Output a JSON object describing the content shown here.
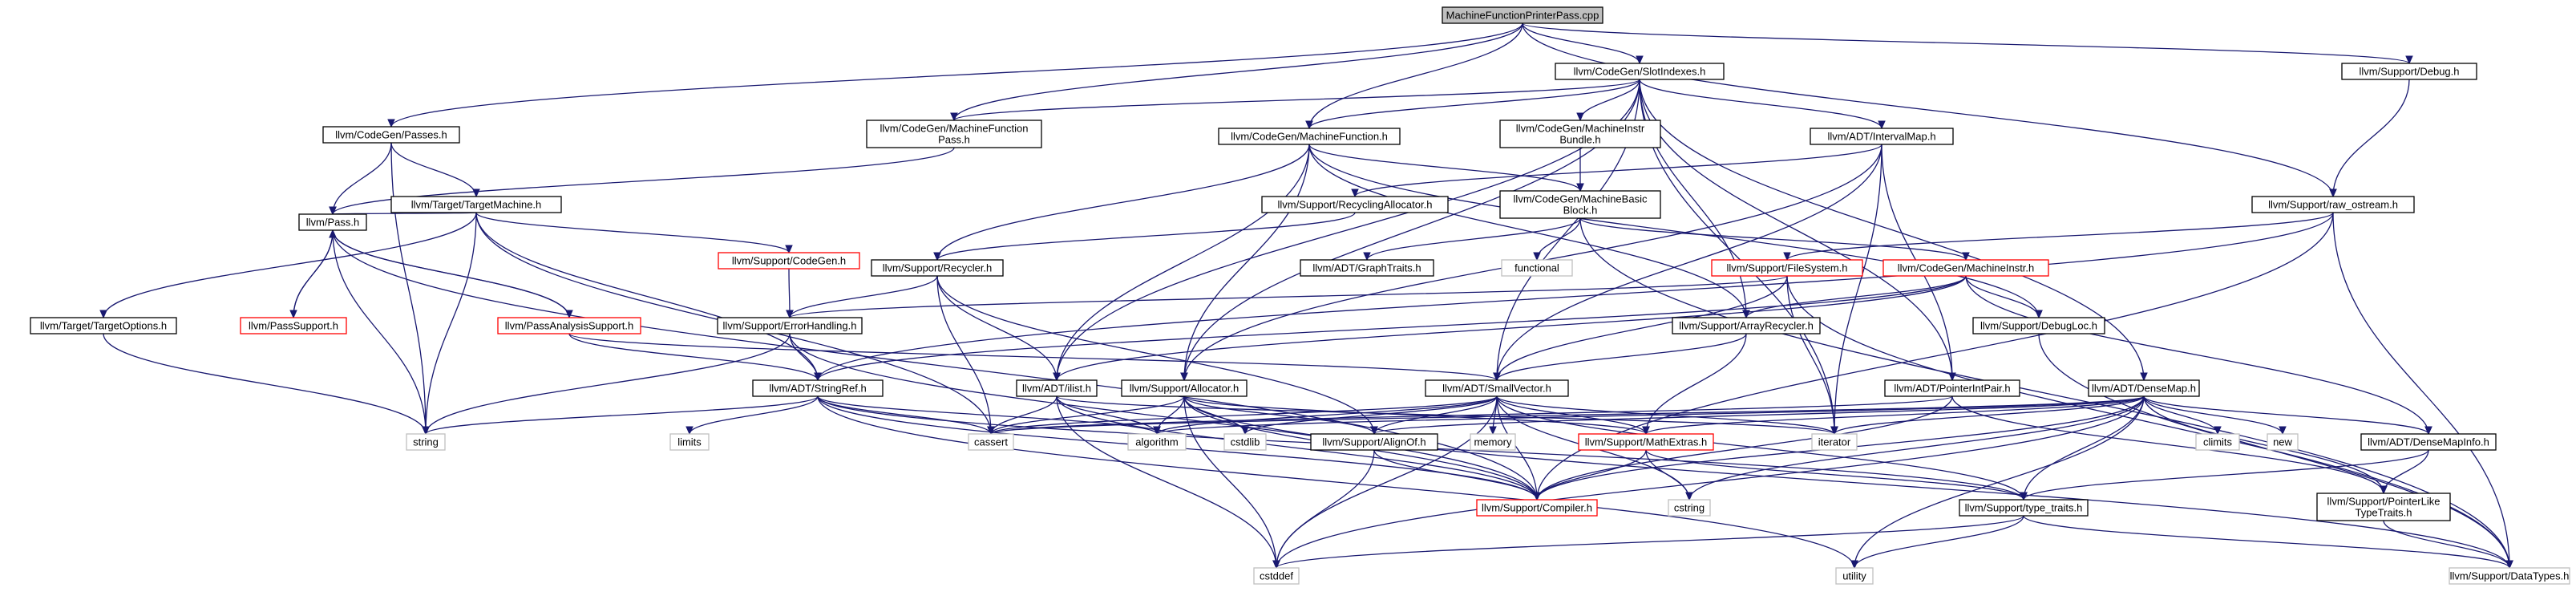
{
  "nodes": [
    {
      "id": "root",
      "lines": [
        "MachineFunctionPrinterPass.cpp"
      ],
      "style": "root"
    },
    {
      "id": "passes",
      "lines": [
        "llvm/CodeGen/Passes.h"
      ],
      "style": "normal"
    },
    {
      "id": "mfpass",
      "lines": [
        "llvm/CodeGen/MachineFunction",
        "Pass.h"
      ],
      "style": "normal"
    },
    {
      "id": "slotidx",
      "lines": [
        "llvm/CodeGen/SlotIndexes.h"
      ],
      "style": "normal"
    },
    {
      "id": "debug",
      "lines": [
        "llvm/Support/Debug.h"
      ],
      "style": "normal"
    },
    {
      "id": "tm",
      "lines": [
        "llvm/Target/TargetMachine.h"
      ],
      "style": "normal"
    },
    {
      "id": "mf",
      "lines": [
        "llvm/CodeGen/MachineFunction.h"
      ],
      "style": "normal"
    },
    {
      "id": "mib",
      "lines": [
        "llvm/CodeGen/MachineInstr",
        "Bundle.h"
      ],
      "style": "normal"
    },
    {
      "id": "imap",
      "lines": [
        "llvm/ADT/IntervalMap.h"
      ],
      "style": "normal"
    },
    {
      "id": "rawos",
      "lines": [
        "llvm/Support/raw_ostream.h"
      ],
      "style": "normal"
    },
    {
      "id": "pass",
      "lines": [
        "llvm/Pass.h"
      ],
      "style": "normal"
    },
    {
      "id": "codegen",
      "lines": [
        "llvm/Support/CodeGen.h"
      ],
      "style": "red"
    },
    {
      "id": "recalloc",
      "lines": [
        "llvm/Support/RecyclingAllocator.h"
      ],
      "style": "normal"
    },
    {
      "id": "mbb",
      "lines": [
        "llvm/CodeGen/MachineBasic",
        "Block.h"
      ],
      "style": "normal"
    },
    {
      "id": "recycler",
      "lines": [
        "llvm/Support/Recycler.h"
      ],
      "style": "normal"
    },
    {
      "id": "graphtraits",
      "lines": [
        "llvm/ADT/GraphTraits.h"
      ],
      "style": "normal"
    },
    {
      "id": "functional",
      "lines": [
        "functional"
      ],
      "style": "gray"
    },
    {
      "id": "fs",
      "lines": [
        "llvm/Support/FileSystem.h"
      ],
      "style": "red"
    },
    {
      "id": "mi",
      "lines": [
        "llvm/CodeGen/MachineInstr.h"
      ],
      "style": "red"
    },
    {
      "id": "topts",
      "lines": [
        "llvm/Target/TargetOptions.h"
      ],
      "style": "normal"
    },
    {
      "id": "passsupport",
      "lines": [
        "llvm/PassSupport.h"
      ],
      "style": "red"
    },
    {
      "id": "pas",
      "lines": [
        "llvm/PassAnalysisSupport.h"
      ],
      "style": "red"
    },
    {
      "id": "errh",
      "lines": [
        "llvm/Support/ErrorHandling.h"
      ],
      "style": "normal"
    },
    {
      "id": "arec",
      "lines": [
        "llvm/Support/ArrayRecycler.h"
      ],
      "style": "normal"
    },
    {
      "id": "dloc",
      "lines": [
        "llvm/Support/DebugLoc.h"
      ],
      "style": "normal"
    },
    {
      "id": "stringref",
      "lines": [
        "llvm/ADT/StringRef.h"
      ],
      "style": "normal"
    },
    {
      "id": "ilist",
      "lines": [
        "llvm/ADT/ilist.h"
      ],
      "style": "normal"
    },
    {
      "id": "alloc",
      "lines": [
        "llvm/Support/Allocator.h"
      ],
      "style": "normal"
    },
    {
      "id": "smallvec",
      "lines": [
        "llvm/ADT/SmallVector.h"
      ],
      "style": "normal"
    },
    {
      "id": "pip",
      "lines": [
        "llvm/ADT/PointerIntPair.h"
      ],
      "style": "normal"
    },
    {
      "id": "densemap",
      "lines": [
        "llvm/ADT/DenseMap.h"
      ],
      "style": "normal"
    },
    {
      "id": "string",
      "lines": [
        "string"
      ],
      "style": "gray"
    },
    {
      "id": "limits",
      "lines": [
        "limits"
      ],
      "style": "gray"
    },
    {
      "id": "cassert",
      "lines": [
        "cassert"
      ],
      "style": "gray"
    },
    {
      "id": "algorithm",
      "lines": [
        "algorithm"
      ],
      "style": "gray"
    },
    {
      "id": "cstdlib",
      "lines": [
        "cstdlib"
      ],
      "style": "gray"
    },
    {
      "id": "alignof",
      "lines": [
        "llvm/Support/AlignOf.h"
      ],
      "style": "normal"
    },
    {
      "id": "memory",
      "lines": [
        "memory"
      ],
      "style": "gray"
    },
    {
      "id": "mathextras",
      "lines": [
        "llvm/Support/MathExtras.h"
      ],
      "style": "red"
    },
    {
      "id": "iterator",
      "lines": [
        "iterator"
      ],
      "style": "gray"
    },
    {
      "id": "climits",
      "lines": [
        "climits"
      ],
      "style": "gray"
    },
    {
      "id": "new",
      "lines": [
        "new"
      ],
      "style": "gray"
    },
    {
      "id": "dmi",
      "lines": [
        "llvm/ADT/DenseMapInfo.h"
      ],
      "style": "normal"
    },
    {
      "id": "compiler",
      "lines": [
        "llvm/Support/Compiler.h"
      ],
      "style": "red"
    },
    {
      "id": "cstring",
      "lines": [
        "cstring"
      ],
      "style": "gray"
    },
    {
      "id": "typetraits",
      "lines": [
        "llvm/Support/type_traits.h"
      ],
      "style": "normal"
    },
    {
      "id": "plt",
      "lines": [
        "llvm/Support/PointerLike",
        "TypeTraits.h"
      ],
      "style": "normal"
    },
    {
      "id": "cstddef",
      "lines": [
        "cstddef"
      ],
      "style": "gray"
    },
    {
      "id": "utility",
      "lines": [
        "utility"
      ],
      "style": "gray"
    },
    {
      "id": "datatypes",
      "lines": [
        "llvm/Support/DataTypes.h"
      ],
      "style": "gray"
    }
  ],
  "edges": [
    [
      "root",
      "passes"
    ],
    [
      "root",
      "mfpass"
    ],
    [
      "root",
      "slotidx"
    ],
    [
      "root",
      "debug"
    ],
    [
      "root",
      "mf"
    ],
    [
      "root",
      "rawos"
    ],
    [
      "passes",
      "pass"
    ],
    [
      "passes",
      "tm"
    ],
    [
      "passes",
      "string"
    ],
    [
      "mfpass",
      "pass"
    ],
    [
      "slotidx",
      "mfpass"
    ],
    [
      "slotidx",
      "mf"
    ],
    [
      "slotidx",
      "mib"
    ],
    [
      "slotidx",
      "imap"
    ],
    [
      "slotidx",
      "ilist"
    ],
    [
      "slotidx",
      "alloc"
    ],
    [
      "slotidx",
      "smallvec"
    ],
    [
      "slotidx",
      "pip"
    ],
    [
      "slotidx",
      "densemap"
    ],
    [
      "slotidx",
      "arec"
    ],
    [
      "slotidx",
      "iterator"
    ],
    [
      "debug",
      "rawos"
    ],
    [
      "tm",
      "pass"
    ],
    [
      "tm",
      "codegen"
    ],
    [
      "tm",
      "topts"
    ],
    [
      "tm",
      "stringref"
    ],
    [
      "tm",
      "string"
    ],
    [
      "tm",
      "cassert"
    ],
    [
      "mf",
      "recycler"
    ],
    [
      "mf",
      "mbb"
    ],
    [
      "mf",
      "arec"
    ],
    [
      "mf",
      "ilist"
    ],
    [
      "mf",
      "alloc"
    ],
    [
      "mf",
      "dloc"
    ],
    [
      "mib",
      "mbb"
    ],
    [
      "imap",
      "recalloc"
    ],
    [
      "imap",
      "smallvec"
    ],
    [
      "imap",
      "pip"
    ],
    [
      "imap",
      "alloc"
    ],
    [
      "imap",
      "iterator"
    ],
    [
      "rawos",
      "stringref"
    ],
    [
      "rawos",
      "compiler"
    ],
    [
      "rawos",
      "datatypes"
    ],
    [
      "rawos",
      "fs"
    ],
    [
      "pass",
      "passsupport"
    ],
    [
      "pass",
      "pas"
    ],
    [
      "pass",
      "string"
    ],
    [
      "pass",
      "compiler"
    ],
    [
      "passsupport",
      "pass"
    ],
    [
      "pas",
      "pass"
    ],
    [
      "codegen",
      "errh"
    ],
    [
      "recalloc",
      "recycler"
    ],
    [
      "mbb",
      "graphtraits"
    ],
    [
      "mbb",
      "functional"
    ],
    [
      "mbb",
      "mi"
    ],
    [
      "mbb",
      "datatypes"
    ],
    [
      "recycler",
      "errh"
    ],
    [
      "recycler",
      "ilist"
    ],
    [
      "recycler",
      "alignof"
    ],
    [
      "recycler",
      "cassert"
    ],
    [
      "fs",
      "smallvec"
    ],
    [
      "fs",
      "errh"
    ],
    [
      "fs",
      "iterator"
    ],
    [
      "fs",
      "datatypes"
    ],
    [
      "mi",
      "dloc"
    ],
    [
      "mi",
      "arec"
    ],
    [
      "mi",
      "stringref"
    ],
    [
      "mi",
      "ilist"
    ],
    [
      "mi",
      "dmi"
    ],
    [
      "topts",
      "string"
    ],
    [
      "pas",
      "smallvec"
    ],
    [
      "pas",
      "stringref"
    ],
    [
      "errh",
      "stringref"
    ],
    [
      "errh",
      "compiler"
    ],
    [
      "errh",
      "string"
    ],
    [
      "arec",
      "smallvec"
    ],
    [
      "arec",
      "mathextras"
    ],
    [
      "dloc",
      "datatypes"
    ],
    [
      "stringref",
      "string"
    ],
    [
      "stringref",
      "limits"
    ],
    [
      "stringref",
      "cassert"
    ],
    [
      "stringref",
      "algorithm"
    ],
    [
      "stringref",
      "compiler"
    ],
    [
      "stringref",
      "typetraits"
    ],
    [
      "stringref",
      "utility"
    ],
    [
      "ilist",
      "cassert"
    ],
    [
      "ilist",
      "algorithm"
    ],
    [
      "ilist",
      "iterator"
    ],
    [
      "ilist",
      "cstddef"
    ],
    [
      "ilist",
      "compiler"
    ],
    [
      "alloc",
      "alignof"
    ],
    [
      "alloc",
      "mathextras"
    ],
    [
      "alloc",
      "cassert"
    ],
    [
      "alloc",
      "algorithm"
    ],
    [
      "alloc",
      "cstdlib"
    ],
    [
      "alloc",
      "compiler"
    ],
    [
      "alloc",
      "cstddef"
    ],
    [
      "alloc",
      "datatypes"
    ],
    [
      "smallvec",
      "alignof"
    ],
    [
      "smallvec",
      "mathextras"
    ],
    [
      "smallvec",
      "compiler"
    ],
    [
      "smallvec",
      "typetraits"
    ],
    [
      "smallvec",
      "algorithm"
    ],
    [
      "smallvec",
      "cassert"
    ],
    [
      "smallvec",
      "cstddef"
    ],
    [
      "smallvec",
      "cstdlib"
    ],
    [
      "smallvec",
      "cstring"
    ],
    [
      "smallvec",
      "iterator"
    ],
    [
      "smallvec",
      "memory"
    ],
    [
      "pip",
      "compiler"
    ],
    [
      "pip",
      "plt"
    ],
    [
      "pip",
      "cassert"
    ],
    [
      "densemap",
      "dmi"
    ],
    [
      "densemap",
      "alignof"
    ],
    [
      "densemap",
      "compiler"
    ],
    [
      "densemap",
      "mathextras"
    ],
    [
      "densemap",
      "plt"
    ],
    [
      "densemap",
      "typetraits"
    ],
    [
      "densemap",
      "algorithm"
    ],
    [
      "densemap",
      "cassert"
    ],
    [
      "densemap",
      "climits"
    ],
    [
      "densemap",
      "cstddef"
    ],
    [
      "densemap",
      "cstring"
    ],
    [
      "densemap",
      "iterator"
    ],
    [
      "densemap",
      "new"
    ],
    [
      "densemap",
      "utility"
    ],
    [
      "dmi",
      "plt"
    ],
    [
      "dmi",
      "typetraits"
    ],
    [
      "alignof",
      "compiler"
    ],
    [
      "alignof",
      "cstddef"
    ],
    [
      "mathextras",
      "compiler"
    ],
    [
      "mathextras",
      "typetraits"
    ],
    [
      "mathextras",
      "cstring"
    ],
    [
      "typetraits",
      "cstddef"
    ],
    [
      "typetraits",
      "utility"
    ],
    [
      "typetraits",
      "datatypes"
    ],
    [
      "plt",
      "datatypes"
    ]
  ],
  "colors": {
    "edge": "#191970",
    "normal_border": "#000000",
    "red_border": "#ff0000",
    "gray_border": "#bfbfbf",
    "root_fill": "#bfbfbf",
    "node_fill": "#ffffff"
  }
}
